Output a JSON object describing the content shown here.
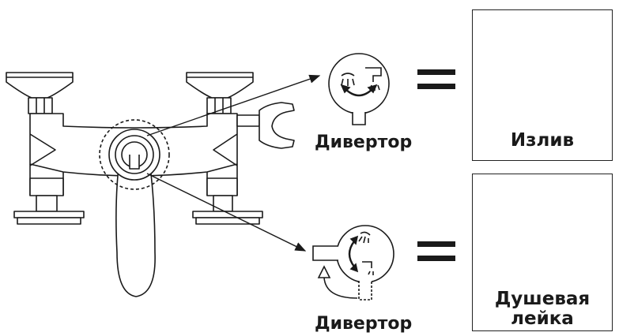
{
  "diverter_labels": {
    "top": "Дивертор",
    "bottom": "Дивертор"
  },
  "outputs": {
    "spout": "Излив",
    "shower_line1": "Душевая",
    "shower_line2": "лейка"
  },
  "colors": {
    "stroke": "#1a1a1a",
    "fill": "#ffffff"
  }
}
